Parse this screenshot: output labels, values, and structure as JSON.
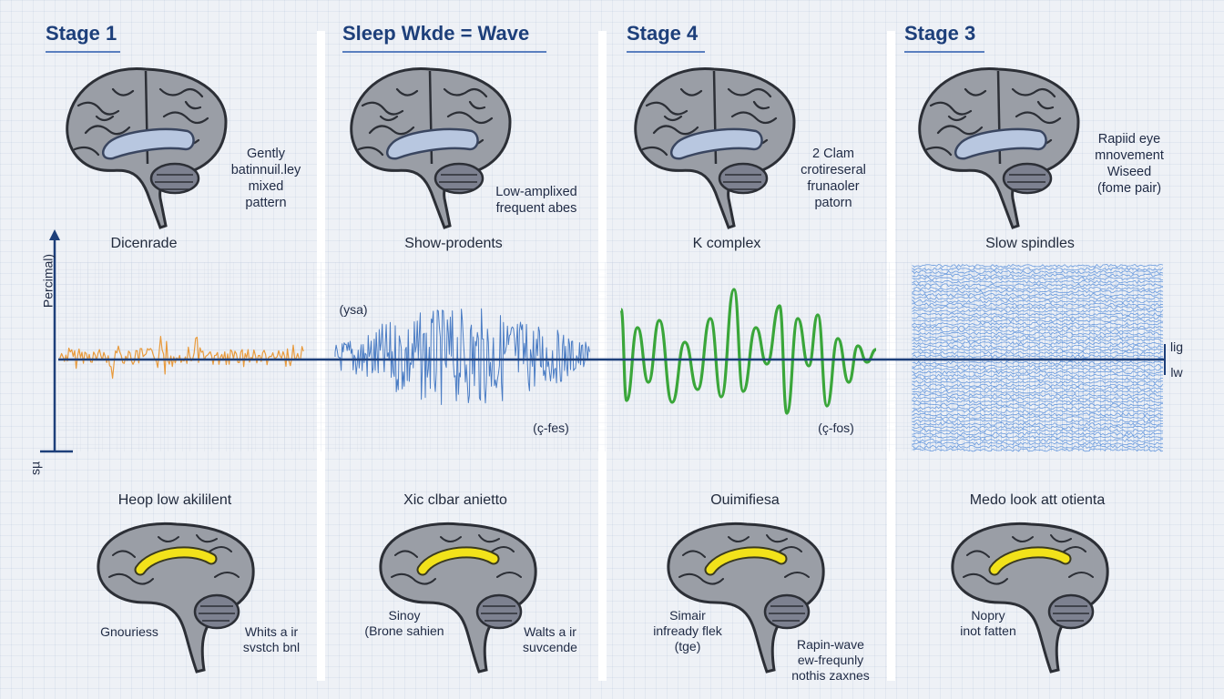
{
  "stages": [
    {
      "title": "Stage 1",
      "note_top": [
        "Gently",
        "batinnuil.ley",
        "mixed",
        "pattern"
      ],
      "wave_label": "Dicenrade",
      "wave_color": "#e89a3c",
      "bottom_label": "Heop low akililent",
      "notes_bottom": [
        [
          "Gnouriess"
        ],
        [
          "Whits a ir",
          "svstch bnl"
        ]
      ]
    },
    {
      "title": "Sleep Wkde = Wave",
      "note_top": [
        "Low-amplixed",
        "frequent abes"
      ],
      "wave_label": "Show-prodents",
      "wave_color": "#4a7cc4",
      "wave_tags": [
        "(ysa)",
        "(ç-fes)"
      ],
      "bottom_label": "Xic clbar anietto",
      "notes_bottom": [
        [
          "Sinoy",
          "(Brone sahien"
        ],
        [
          "Walts a ir",
          "suvcende"
        ]
      ]
    },
    {
      "title": "Stage 4",
      "note_top": [
        "2 Clam",
        "crotireseral",
        "frunaoler",
        "patorn"
      ],
      "wave_label": "K complex",
      "wave_color": "#3aa63a",
      "wave_tags": [
        "(ç-fos)"
      ],
      "bottom_label": "Ouimifiesa",
      "notes_bottom": [
        [
          "Simair",
          "infready flek",
          "(tge)"
        ],
        [
          "Rapin-wave",
          "ew-frequnly",
          "nothis zaxnes"
        ]
      ]
    },
    {
      "title": "Stage 3",
      "note_top": [
        "Rapiid eye",
        "mnovement",
        "Wiseed",
        "(fome pair)"
      ],
      "wave_label": "Slow spindles",
      "wave_color": "#4a86d8",
      "bottom_label": "Medo look att otienta",
      "notes_bottom": [
        [
          "Nopry",
          "inot fatten"
        ]
      ]
    }
  ],
  "axis": {
    "y_label": "Percimal)",
    "y_bottom": "sµ",
    "right_top": "lig",
    "right_bottom": "lw"
  },
  "colors": {
    "title": "#1d3f7a",
    "axis": "#1d3f7a",
    "brain_fill": "#9a9ea6",
    "brain_stroke": "#2c2f36",
    "hippocampus_top": "#b8c7e0",
    "hippocampus_bottom": "#f2e21a"
  },
  "icons": [
    "brain-icon",
    "brain-sagittal-icon"
  ]
}
